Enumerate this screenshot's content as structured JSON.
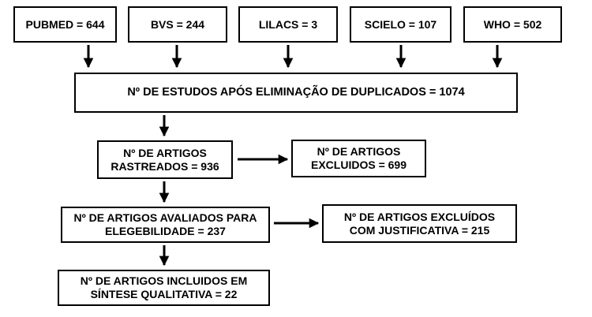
{
  "diagram": {
    "title": "PRISMA article selection flowchart",
    "background_color": "#ffffff",
    "box_border_color": "#000000",
    "text_color": "#000000",
    "arrow_color": "#000000",
    "sources": [
      {
        "label": "PUBMED = 644"
      },
      {
        "label": "BVS = 244"
      },
      {
        "label": "LILACS = 3"
      },
      {
        "label": "SCIELO = 107"
      },
      {
        "label": "WHO = 502"
      }
    ],
    "nodes": {
      "duplicates": {
        "line1": "Nº DE ESTUDOS APÓS ELIMINAÇÃO DE DUPLICADOS = 1074"
      },
      "screened": {
        "line1": "Nº DE ARTIGOS",
        "line2": "RASTREADOS = 936"
      },
      "excluded": {
        "line1": "Nº DE ARTIGOS",
        "line2": "EXCLUIDOS = 699"
      },
      "eligibility": {
        "line1": "Nº DE ARTIGOS AVALIADOS PARA",
        "line2": "ELEGEBILIDADE = 237"
      },
      "excluded_justified": {
        "line1": "Nº DE ARTIGOS EXCLUÍDOS",
        "line2": "COM JUSTIFICATIVA = 215"
      },
      "included": {
        "line1": "Nº DE ARTIGOS INCLUIDOS EM",
        "line2": "SÍNTESE QUALITATIVA = 22"
      }
    }
  }
}
